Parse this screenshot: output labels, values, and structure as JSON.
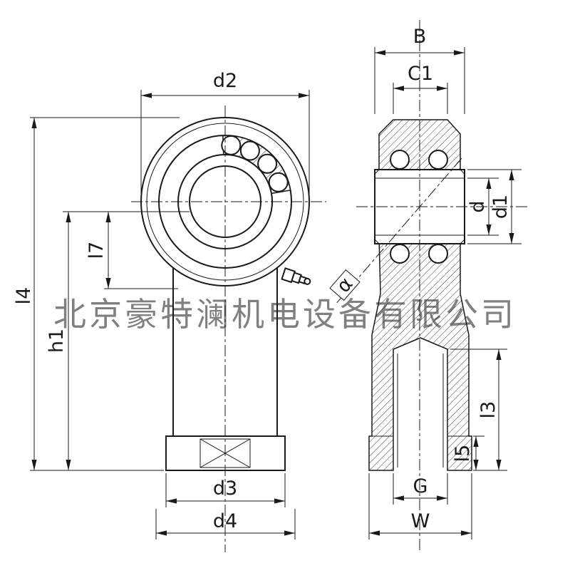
{
  "watermark": {
    "text": "北京豪特澜机电设备有限公司",
    "color": "#d89a4e"
  },
  "front_view": {
    "dims": {
      "d2": "d2",
      "d3": "d3",
      "d4": "d4",
      "l4": "l4",
      "h1": "h1",
      "l7": "l7"
    }
  },
  "side_view": {
    "dims": {
      "B": "B",
      "C1": "C1",
      "d": "d",
      "d1": "d1",
      "alpha": "α",
      "l3": "l3",
      "l5": "l5",
      "G": "G",
      "W": "W"
    }
  }
}
